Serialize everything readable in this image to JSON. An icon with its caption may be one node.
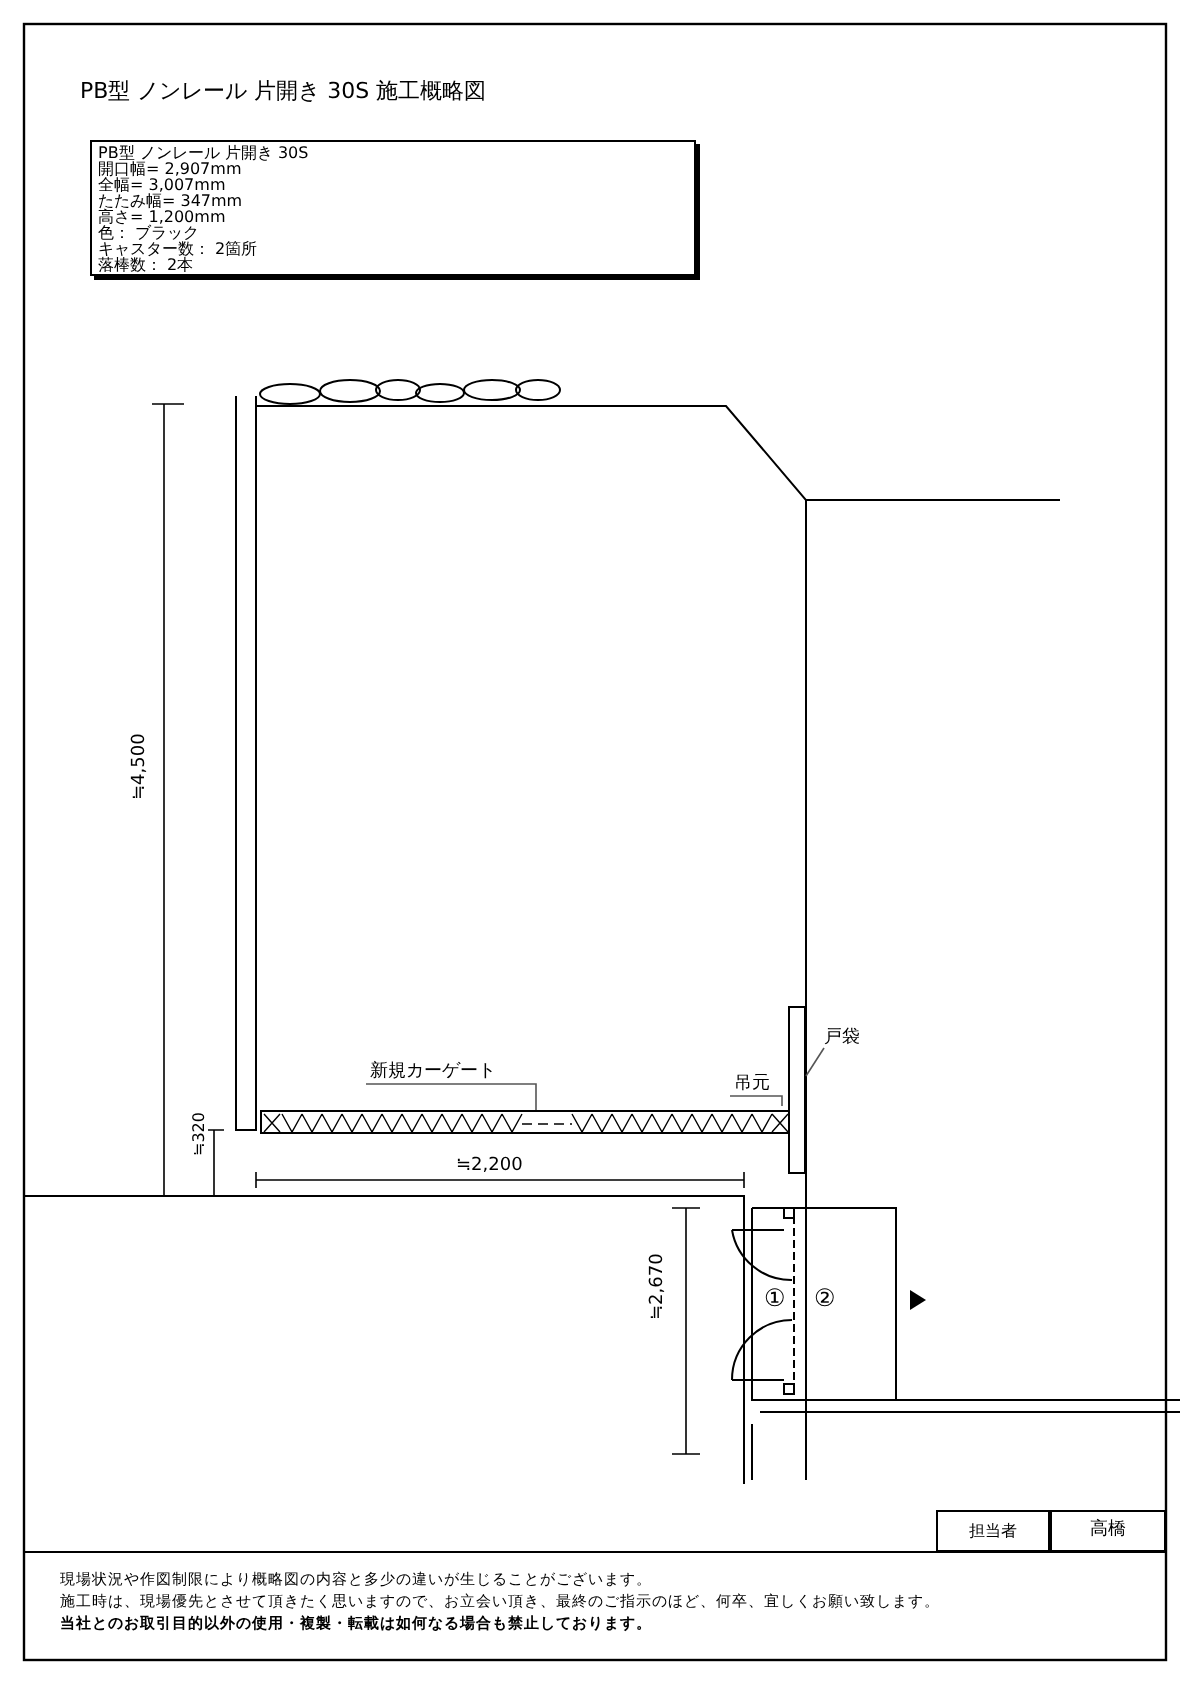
{
  "diagram": {
    "title": "PB型 ノンレール 片開き 30S 施工概略図",
    "nodes": [
      {
        "text": [
          "PB型 ノンレール 片開き 30S",
          "開口幅= 2,907mm",
          "全幅= 3,007mm",
          "たたみ幅= 347mm",
          "高さ= 1,200mm",
          "色： ブラック",
          "キャスター数： 2箇所",
          "落棒数： 2本"
        ]
      },
      {
        "text": [
          "新規カーゲート"
        ]
      },
      {
        "text": [],
        "shape": "bar"
      },
      {
        "text": [
          "吊元"
        ]
      },
      {
        "text": [
          "戸袋"
        ]
      },
      {
        "text": [],
        "shape": "box"
      }
    ],
    "edges": [
      {
        "from": 1,
        "to": 2,
        "arrow": "none"
      },
      {
        "from": 3,
        "to": null,
        "arrow": "none"
      },
      {
        "from": 4,
        "to": 5,
        "arrow": "none"
      }
    ],
    "labels": [
      "≒4,500",
      "≒320",
      "≒2,200",
      "≒2,670",
      "①",
      "②",
      "担当者",
      "高橋",
      "現場状況や作図制限により概略図の内容と多少の違いが生じることがございます。",
      "施工時は、現場優先とさせて頂きたく思いますので、お立会い頂き、最終のご指示のほど、何卒、宜しくお願い致します。",
      "当社とのお取引目的以外の使用・複製・転載は如何なる場合も禁止しております。"
    ]
  }
}
